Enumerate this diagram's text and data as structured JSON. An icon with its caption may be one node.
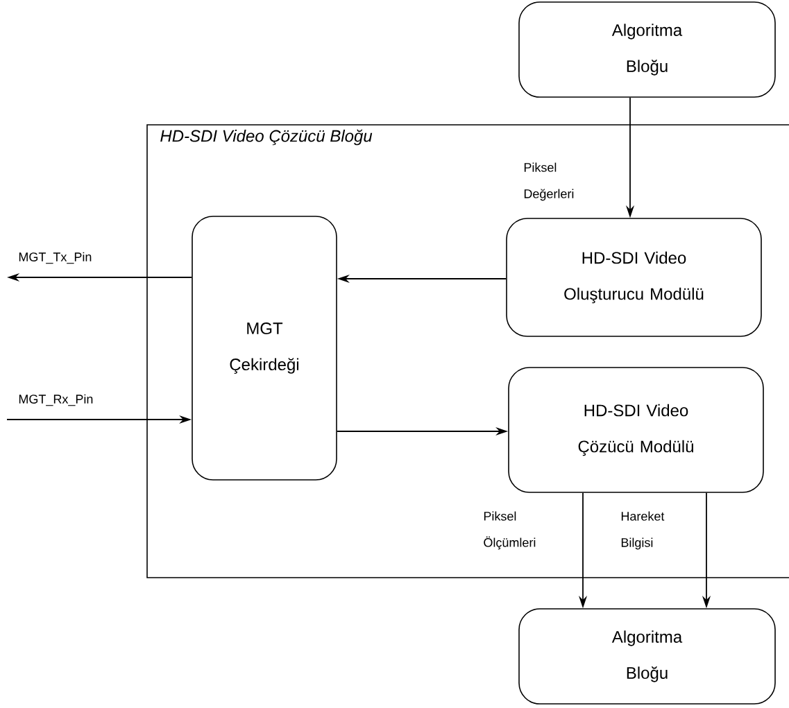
{
  "diagram": {
    "nodes": [
      {
        "text": [
          "HD-SDI Video Çözücü Bloğu"
        ]
      },
      {
        "text": [
          "Algoritma Bloğu"
        ]
      },
      {
        "text": [
          "MGT Çekirdeği"
        ],
        "in": 0
      },
      {
        "text": [
          "HD-SDI Video Oluşturucu Modülü"
        ],
        "in": 0
      },
      {
        "text": [
          "HD-SDI Video Çözücü Modülü"
        ],
        "in": 0
      },
      {
        "text": [
          "Algoritma Bloğu"
        ]
      }
    ],
    "edges": [
      {
        "from": 1,
        "to": 3,
        "arrow": "to",
        "label": "Piksel Değerleri"
      },
      {
        "from": 3,
        "to": 2,
        "arrow": "to"
      },
      {
        "from": 2,
        "to": null,
        "arrow": "to",
        "label": "MGT_Tx_Pin"
      },
      {
        "from": null,
        "to": 2,
        "arrow": "to",
        "label": "MGT_Rx_Pin"
      },
      {
        "from": 2,
        "to": 4,
        "arrow": "to"
      },
      {
        "from": 4,
        "to": 5,
        "arrow": "to",
        "label": "Piksel Ölçümleri"
      },
      {
        "from": 4,
        "to": 5,
        "arrow": "to",
        "label": "Hareket Bilgisi"
      }
    ]
  }
}
